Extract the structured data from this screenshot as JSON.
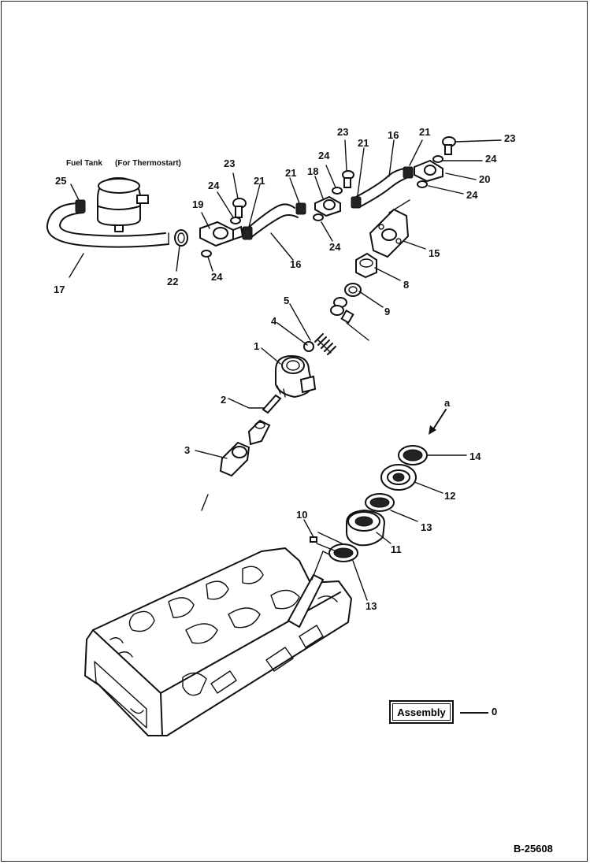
{
  "diagram": {
    "caption_fuel_tank": "Fuel Tank",
    "caption_thermostart": "(For Thermostart)",
    "view_label": "a",
    "callouts": [
      "1",
      "2",
      "3",
      "4",
      "5",
      "8",
      "9",
      "10",
      "11",
      "12",
      "13",
      "13",
      "14",
      "15",
      "16",
      "16",
      "17",
      "18",
      "19",
      "20",
      "21",
      "21",
      "21",
      "21",
      "22",
      "23",
      "23",
      "23",
      "24",
      "24",
      "24",
      "24",
      "24",
      "24",
      "25"
    ]
  },
  "legend": {
    "assembly_label": "Assembly",
    "assembly_number": "0"
  },
  "footer": {
    "document_code": "B-25608"
  }
}
